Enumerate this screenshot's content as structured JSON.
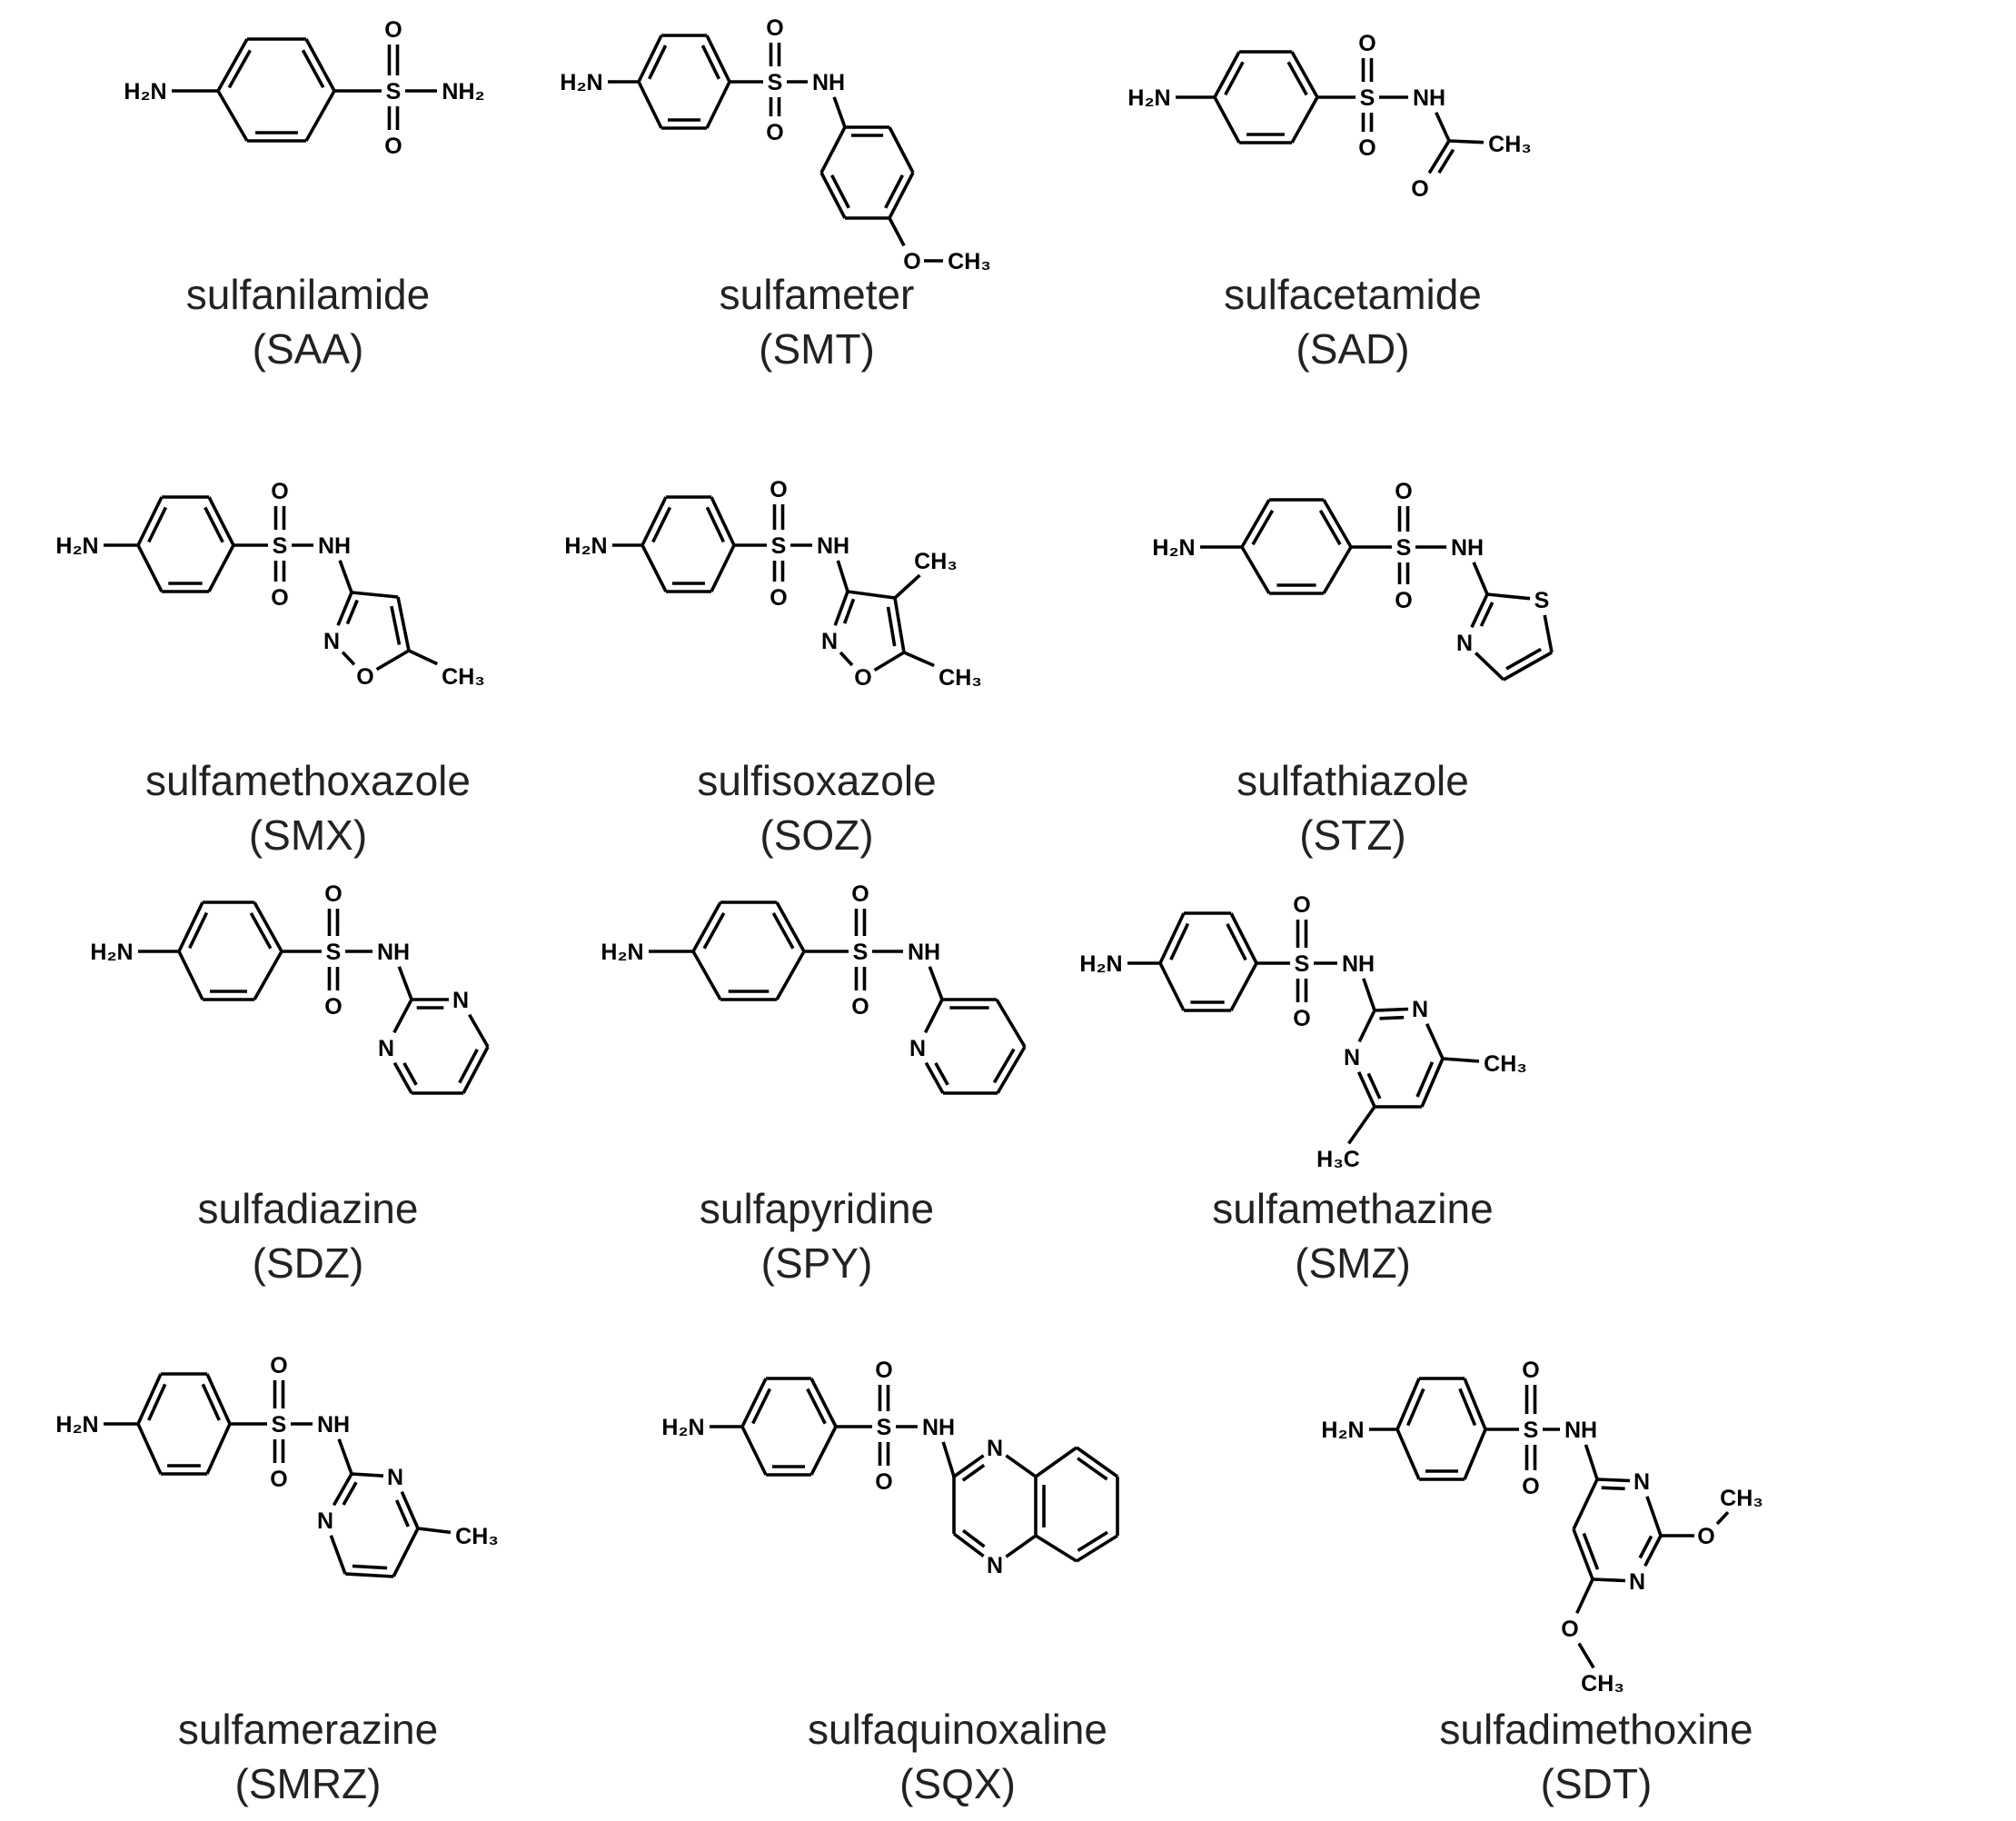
{
  "atoms": {
    "h2n": "H₂N",
    "o": "O",
    "s": "S",
    "n": "N",
    "nh": "NH",
    "nh2": "NH₂",
    "ch3": "CH₃",
    "h3c": "H₃C"
  },
  "molecules": [
    {
      "name": "sulfanilamide",
      "abbr": "(SAA)"
    },
    {
      "name": "sulfameter",
      "abbr": "(SMT)"
    },
    {
      "name": "sulfacetamide",
      "abbr": "(SAD)"
    },
    {
      "name": "sulfamethoxazole",
      "abbr": "(SMX)"
    },
    {
      "name": "sulfisoxazole",
      "abbr": "(SOZ)"
    },
    {
      "name": "sulfathiazole",
      "abbr": "(STZ)"
    },
    {
      "name": "sulfadiazine",
      "abbr": "(SDZ)"
    },
    {
      "name": "sulfapyridine",
      "abbr": "(SPY)"
    },
    {
      "name": "sulfamethazine",
      "abbr": "(SMZ)"
    },
    {
      "name": "sulfamerazine",
      "abbr": "(SMRZ)"
    },
    {
      "name": "sulfaquinoxaline",
      "abbr": "(SQX)"
    },
    {
      "name": "sulfadimethoxine",
      "abbr": "(SDT)"
    }
  ]
}
